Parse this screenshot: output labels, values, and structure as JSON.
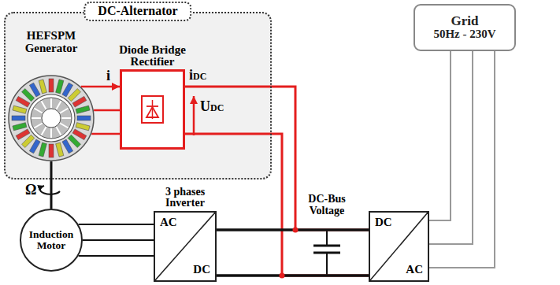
{
  "diagram": {
    "nodes": [
      {
        "text": [
          "DC-Alternator"
        ]
      },
      {
        "text": [
          "HEFSPM Generator"
        ],
        "in": 0
      },
      {
        "text": [
          "Diode Bridge Rectifier"
        ],
        "in": 0
      },
      {
        "text": [
          "Grid",
          "50Hz - 230V"
        ]
      },
      {
        "text": [
          "Induction Motor"
        ]
      },
      {
        "text": [
          "3 phases Inverter",
          "AC",
          "DC"
        ]
      },
      {
        "text": [
          "DC",
          "AC"
        ]
      }
    ],
    "edges": [
      {
        "from": 1,
        "to": 2,
        "arrow": "to"
      },
      {
        "from": 4,
        "to": 1,
        "arrow": "none"
      },
      {
        "from": 4,
        "to": 5,
        "arrow": "none"
      },
      {
        "from": 2,
        "to": 6,
        "arrow": "none"
      },
      {
        "from": 5,
        "to": 6,
        "arrow": "none"
      },
      {
        "from": 6,
        "to": 3,
        "arrow": "none"
      }
    ],
    "labels": [
      "i",
      "iDC",
      "UDC",
      "Ω",
      "DC-Bus Voltage"
    ]
  }
}
